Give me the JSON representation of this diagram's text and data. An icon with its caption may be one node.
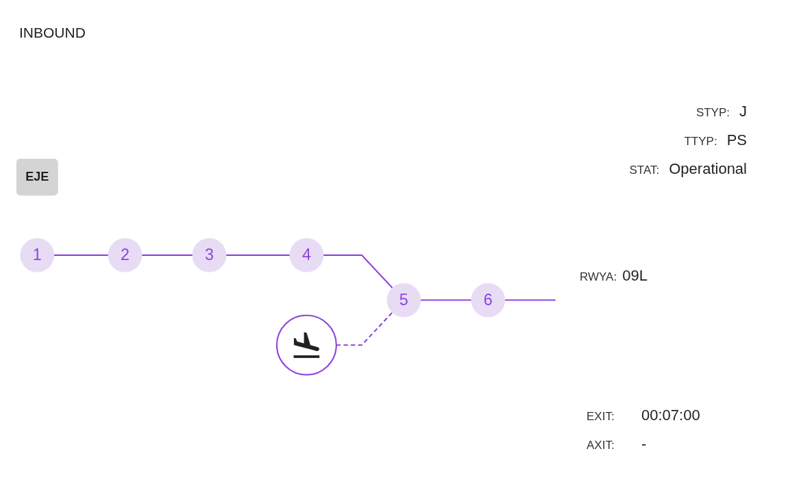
{
  "diagram": {
    "title": "INBOUND",
    "nodes": [
      {
        "text": [
          "EJE"
        ]
      },
      {
        "text": [
          "1"
        ]
      },
      {
        "text": [
          "2"
        ]
      },
      {
        "text": [
          "3"
        ]
      },
      {
        "text": [
          "4"
        ]
      },
      {
        "text": [],
        "shape": "circle"
      },
      {
        "text": [
          "5"
        ]
      },
      {
        "text": [
          "6"
        ]
      }
    ],
    "edges": [
      {
        "from": 1,
        "to": 2,
        "arrow": "none"
      },
      {
        "from": 2,
        "to": 3,
        "arrow": "none"
      },
      {
        "from": 3,
        "to": 4,
        "arrow": "none"
      },
      {
        "from": 4,
        "to": 6,
        "arrow": "none"
      },
      {
        "from": 5,
        "to": 6,
        "arrow": "none",
        "style": "dashed"
      },
      {
        "from": 6,
        "to": 7,
        "arrow": "none"
      },
      {
        "from": 7,
        "to": null,
        "arrow": "none"
      }
    ],
    "labels": [
      "STYP:",
      "J",
      "TTYP:",
      "PS",
      "STAT:",
      "Operational",
      "RWYA:",
      "09L",
      "EXIT:",
      "00:07:00",
      "AXIT:",
      "-"
    ]
  }
}
